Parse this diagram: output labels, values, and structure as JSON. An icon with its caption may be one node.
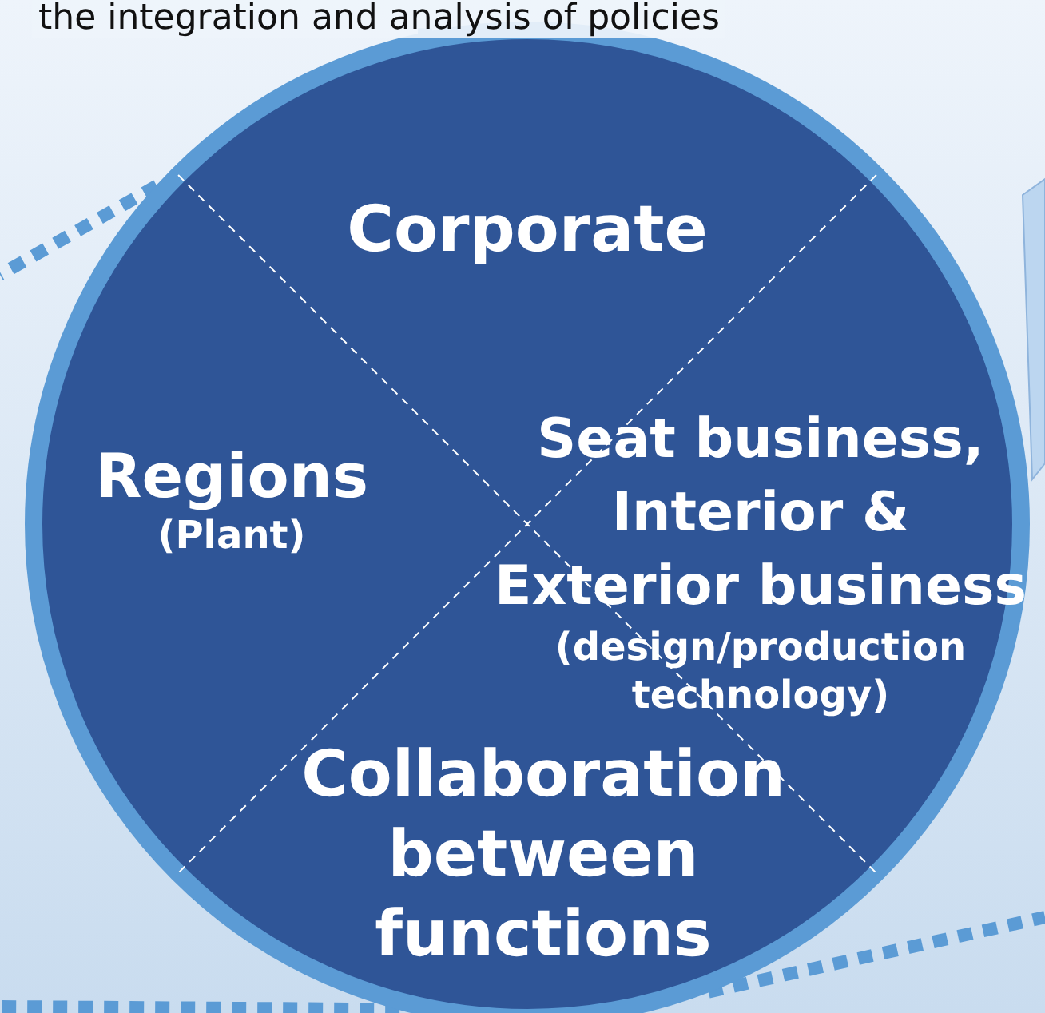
{
  "diagram": {
    "nodes": [
      {
        "text": [],
        "shape": "circle"
      },
      {
        "text": [
          "Corporate"
        ],
        "in": 0
      },
      {
        "text": [
          "Regions",
          "(Plant)"
        ],
        "in": 0
      },
      {
        "text": [
          "Seat business, Interior & Exterior business",
          "(design/production technology)"
        ],
        "in": 0
      },
      {
        "text": [
          "Collaboration between functions"
        ],
        "in": 0
      },
      {
        "text": [
          "the integration and analysis of policies"
        ]
      }
    ],
    "edges": [
      {
        "from": 0,
        "to": 5,
        "arrow": "none",
        "style": "dashed"
      },
      {
        "from": 0,
        "to": null,
        "arrow": "none",
        "style": "dashed"
      },
      {
        "from": 0,
        "to": null,
        "arrow": "none",
        "style": "dashed"
      },
      {
        "from": 0,
        "to": null,
        "arrow": "none",
        "style": "dashed"
      }
    ]
  }
}
